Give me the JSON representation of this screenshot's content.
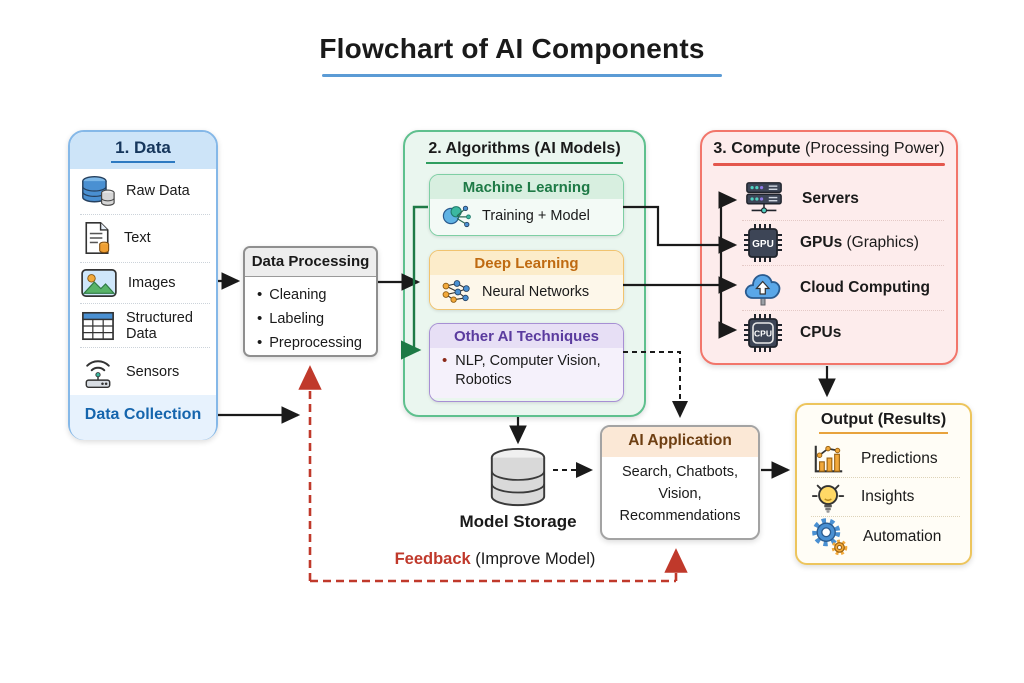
{
  "title": {
    "text": "Flowchart of AI Components"
  },
  "data_box": {
    "header": "1. Data",
    "items": [
      {
        "icon": "database-icon",
        "label": "Raw Data"
      },
      {
        "icon": "document-icon",
        "label": "Text"
      },
      {
        "icon": "image-icon",
        "label": "Images"
      },
      {
        "icon": "table-icon",
        "label": "Structured Data"
      },
      {
        "icon": "sensor-icon",
        "label": "Sensors"
      }
    ],
    "footer": "Data Collection"
  },
  "data_processing": {
    "header": "Data Processing",
    "bullets": [
      "Cleaning",
      "Labeling",
      "Preprocessing"
    ]
  },
  "algorithms": {
    "header": "2. Algorithms (AI Models)",
    "machine_learning": {
      "title": "Machine Learning",
      "icon": "brain-network-icon",
      "label": "Training + Model"
    },
    "deep_learning": {
      "title": "Deep Learning",
      "icon": "neural-network-icon",
      "label": "Neural Networks"
    },
    "other_ai": {
      "title": "Other AI Techniques",
      "bullet": "NLP, Computer Vision, Robotics"
    }
  },
  "compute": {
    "header_bold": "3. Compute",
    "header_regular": " (Processing Power)",
    "items": [
      {
        "icon": "servers-icon",
        "label_bold": "Servers",
        "label_regular": ""
      },
      {
        "icon": "gpu-chip-icon",
        "label_bold": "GPUs",
        "label_regular": " (Graphics)"
      },
      {
        "icon": "cloud-upload-icon",
        "label_bold": "Cloud Computing",
        "label_regular": ""
      },
      {
        "icon": "cpu-chip-icon",
        "label_bold": "CPUs",
        "label_regular": ""
      }
    ]
  },
  "model_storage": {
    "icon": "database-cylinder-icon",
    "label": "Model Storage"
  },
  "ai_application": {
    "header": "AI Application",
    "body": "Search, Chatbots, Vision, Recommendations"
  },
  "output": {
    "header": "Output (Results)",
    "items": [
      {
        "icon": "bar-chart-icon",
        "label": "Predictions"
      },
      {
        "icon": "lightbulb-icon",
        "label": "Insights"
      },
      {
        "icon": "gears-icon",
        "label": "Automation"
      }
    ]
  },
  "feedback": {
    "label_bold": "Feedback",
    "label_regular": " (Improve Model)"
  },
  "colors": {
    "data_accent": "#2d7ac2",
    "algorithms_accent": "#2f9e5f",
    "compute_accent": "#e4574d",
    "output_accent": "#e8a33d",
    "feedback_red": "#c0392b",
    "title_underline": "#5b9bd5"
  }
}
